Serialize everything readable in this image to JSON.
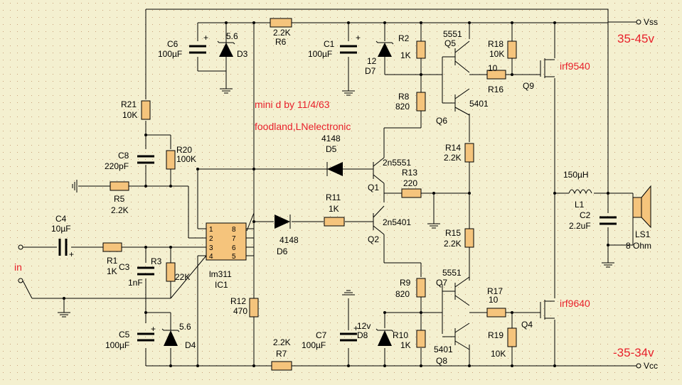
{
  "title_line1": "mini d by  11/4/63",
  "title_line2": "foodland,LNelectronic",
  "supply_pos_voltage": "35-45v",
  "supply_neg_voltage": "-35-34v",
  "input_label": "in",
  "rails": {
    "pos": "Vss",
    "neg": "Vcc"
  },
  "colors": {
    "background": "#f4f0d0",
    "component_fill": "#f5c47c",
    "annotation": "#e8202a"
  },
  "components": {
    "C6": {
      "ref": "C6",
      "value": "100µF"
    },
    "D3": {
      "ref": "D3",
      "value": "5.6"
    },
    "R6": {
      "ref": "R6",
      "value": "2.2K"
    },
    "C1": {
      "ref": "C1",
      "value": "100µF"
    },
    "D7": {
      "ref": "D7",
      "value": "12"
    },
    "R2": {
      "ref": "R2",
      "value": "1K"
    },
    "Q5": {
      "ref": "Q5",
      "value": "5551"
    },
    "R18": {
      "ref": "R18",
      "value": "10K"
    },
    "R16": {
      "ref": "R16",
      "value": "10"
    },
    "Q9": {
      "ref": "Q9",
      "value": "irf9540"
    },
    "R8": {
      "ref": "R8",
      "value": "820"
    },
    "Q6": {
      "ref": "Q6",
      "value": "5401"
    },
    "R21": {
      "ref": "R21",
      "value": "10K"
    },
    "D5": {
      "ref": "D5",
      "value": "4148"
    },
    "Q1": {
      "ref": "Q1",
      "value": "2n5551"
    },
    "R14": {
      "ref": "R14",
      "value": "2.2K"
    },
    "C8": {
      "ref": "C8",
      "value": "220pF"
    },
    "R20": {
      "ref": "R20",
      "value": "100K"
    },
    "R13": {
      "ref": "R13",
      "value": "220"
    },
    "L1": {
      "ref": "L1",
      "value": "150µH"
    },
    "R5": {
      "ref": "R5",
      "value": "2.2K"
    },
    "R11": {
      "ref": "R11",
      "value": "1K"
    },
    "Q2": {
      "ref": "Q2",
      "value": "2n5401"
    },
    "C2": {
      "ref": "C2",
      "value": "2.2uF"
    },
    "LS1": {
      "ref": "LS1",
      "value": "8 Ohm"
    },
    "C4": {
      "ref": "C4",
      "value": "10µF"
    },
    "D6": {
      "ref": "D6",
      "value": "4148"
    },
    "R15": {
      "ref": "R15",
      "value": "2.2K"
    },
    "R1": {
      "ref": "R1",
      "value": "1K"
    },
    "C3": {
      "ref": "C3",
      "value": "1nF"
    },
    "R3": {
      "ref": "R3",
      "value": "22K"
    },
    "IC1": {
      "ref": "IC1",
      "value": "lm311"
    },
    "Q7": {
      "ref": "Q7",
      "value": "5551"
    },
    "R9": {
      "ref": "R9",
      "value": "820"
    },
    "R17": {
      "ref": "R17",
      "value": "10"
    },
    "Q4": {
      "ref": "Q4",
      "value": "irf9640"
    },
    "R12": {
      "ref": "R12",
      "value": "470"
    },
    "C7": {
      "ref": "C7",
      "value": "100µF"
    },
    "D8": {
      "ref": "D8",
      "value": "12v"
    },
    "R10": {
      "ref": "R10",
      "value": "1K"
    },
    "R19": {
      "ref": "R19",
      "value": "10K"
    },
    "C5": {
      "ref": "C5",
      "value": "100µF"
    },
    "D4": {
      "ref": "D4",
      "value": "5.6"
    },
    "R7": {
      "ref": "R7",
      "value": "2.2K"
    },
    "Q8": {
      "ref": "Q8",
      "value": "5401"
    }
  },
  "ic_pins": [
    "1",
    "2",
    "3",
    "4",
    "8",
    "7",
    "6",
    "5"
  ]
}
